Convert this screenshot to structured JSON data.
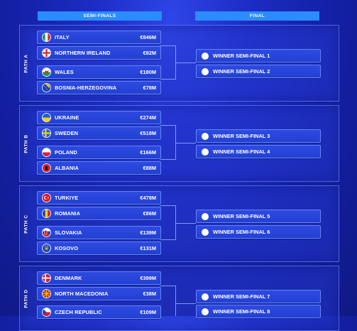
{
  "headers": {
    "semi_finals": "SEMI-FINALS",
    "final": "FINAL"
  },
  "paths": [
    {
      "label": "PATH A",
      "teams": [
        {
          "name": "ITALY",
          "value": "€846M",
          "flag": "italy-flag"
        },
        {
          "name": "NORTHERN IRELAND",
          "value": "€82M",
          "flag": "northern-ireland-flag"
        },
        {
          "name": "WALES",
          "value": "€180M",
          "flag": "wales-flag"
        },
        {
          "name": "BOSNIA-HERZEGOVINA",
          "value": "€78M",
          "flag": "bosnia-flag"
        }
      ],
      "winners": [
        "WINNER SEMI-FINAL 1",
        "WINNER SEMI-FINAL 2"
      ]
    },
    {
      "label": "PATH B",
      "teams": [
        {
          "name": "UKRAINE",
          "value": "€274M",
          "flag": "ukraine-flag"
        },
        {
          "name": "SWEDEN",
          "value": "€518M",
          "flag": "sweden-flag"
        },
        {
          "name": "POLAND",
          "value": "€166M",
          "flag": "poland-flag"
        },
        {
          "name": "ALBANIA",
          "value": "€88M",
          "flag": "albania-flag"
        }
      ],
      "winners": [
        "WINNER SEMI-FINAL 3",
        "WINNER SEMI-FINAL 4"
      ]
    },
    {
      "label": "PATH C",
      "teams": [
        {
          "name": "TURKIYE",
          "value": "€478M",
          "flag": "turkiye-flag"
        },
        {
          "name": "ROMANIA",
          "value": "€86M",
          "flag": "romania-flag"
        },
        {
          "name": "SLOVAKIA",
          "value": "€139M",
          "flag": "slovakia-flag"
        },
        {
          "name": "KOSOVO",
          "value": "€131M",
          "flag": "kosovo-flag"
        }
      ],
      "winners": [
        "WINNER SEMI-FINAL 5",
        "WINNER SEMI-FINAL 6"
      ]
    },
    {
      "label": "PATH D",
      "teams": [
        {
          "name": "DENMARK",
          "value": "€399M",
          "flag": "denmark-flag"
        },
        {
          "name": "NORTH MACEDONIA",
          "value": "€38M",
          "flag": "north-macedonia-flag"
        },
        {
          "name": "CZECH REPUBLIC",
          "value": "€109M",
          "flag": "czech-republic-flag"
        }
      ],
      "winners": [
        "WINNER SEMI-FINAL 7",
        "WINNER SEMI-FINAL 8"
      ]
    }
  ],
  "colors": {
    "header_bg": "#2a8cff",
    "background": "#1420a6",
    "row_bg": "#2844d8"
  }
}
